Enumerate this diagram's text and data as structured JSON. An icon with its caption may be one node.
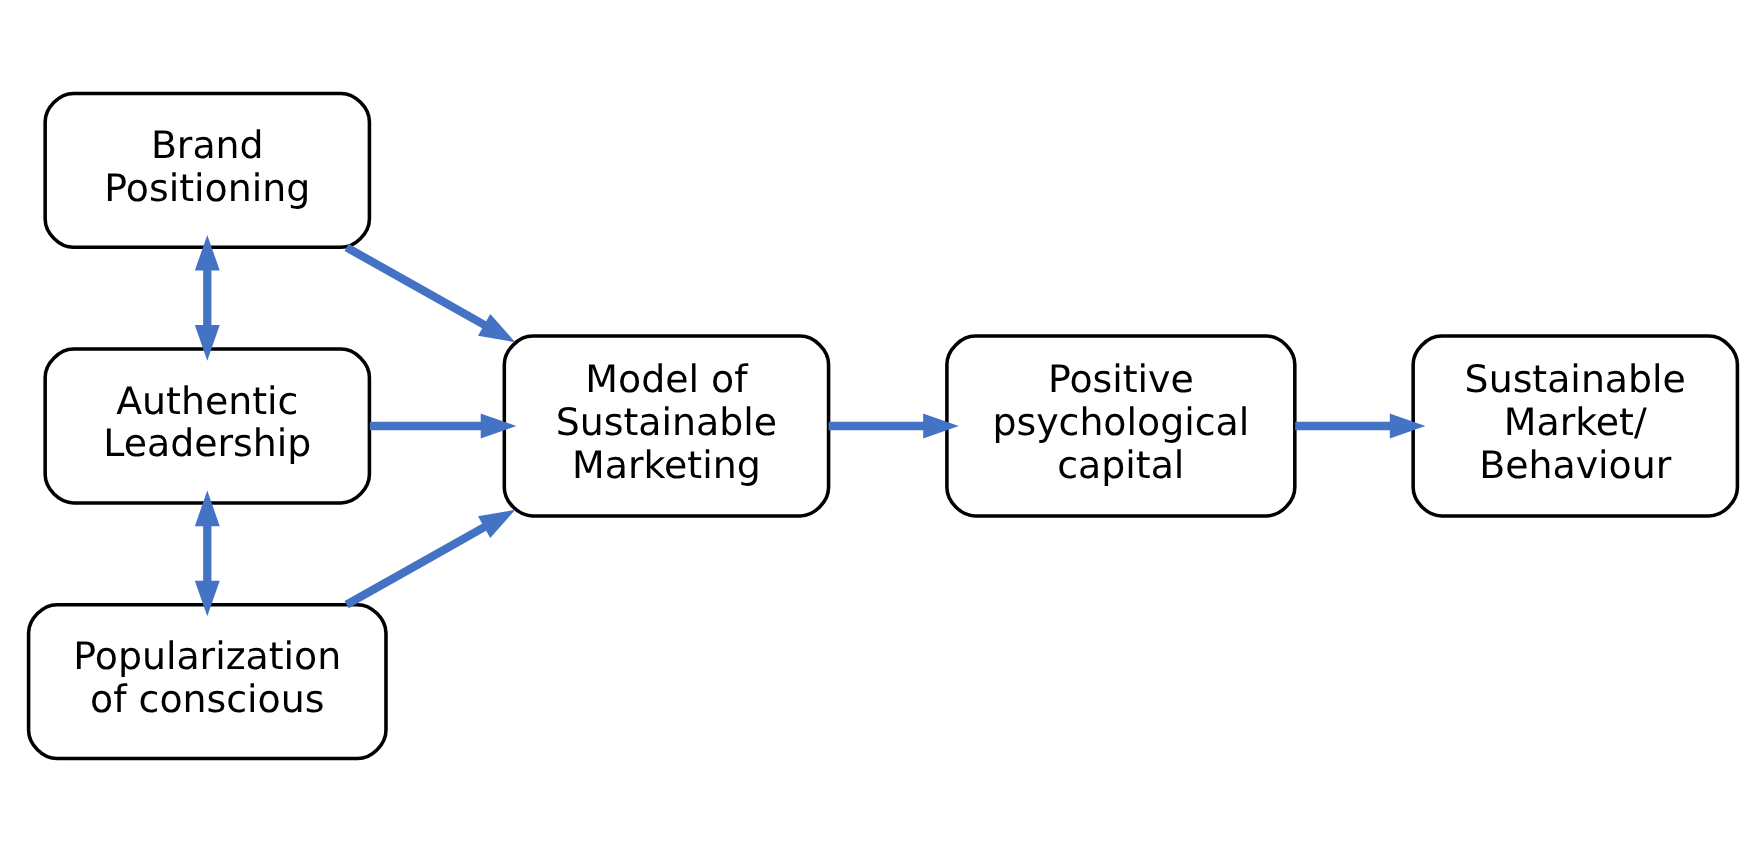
{
  "diagram": {
    "nodes": [
      {
        "text": [
          "Brand Positioning"
        ]
      },
      {
        "text": [
          "Authentic Leadership"
        ]
      },
      {
        "text": [
          "Popularization of conscious"
        ]
      },
      {
        "text": [
          "Model of Sustainable Marketing"
        ]
      },
      {
        "text": [
          "Positive psychological capital"
        ]
      },
      {
        "text": [
          "Sustainable Market/ Behaviour"
        ]
      }
    ],
    "edges": [
      {
        "from": 0,
        "to": 1,
        "arrow": "both"
      },
      {
        "from": 1,
        "to": 2,
        "arrow": "both"
      },
      {
        "from": 0,
        "to": 3,
        "arrow": "to"
      },
      {
        "from": 1,
        "to": 3,
        "arrow": "to"
      },
      {
        "from": 2,
        "to": 3,
        "arrow": "to"
      },
      {
        "from": 3,
        "to": 4,
        "arrow": "to"
      },
      {
        "from": 4,
        "to": 5,
        "arrow": "to"
      }
    ]
  }
}
